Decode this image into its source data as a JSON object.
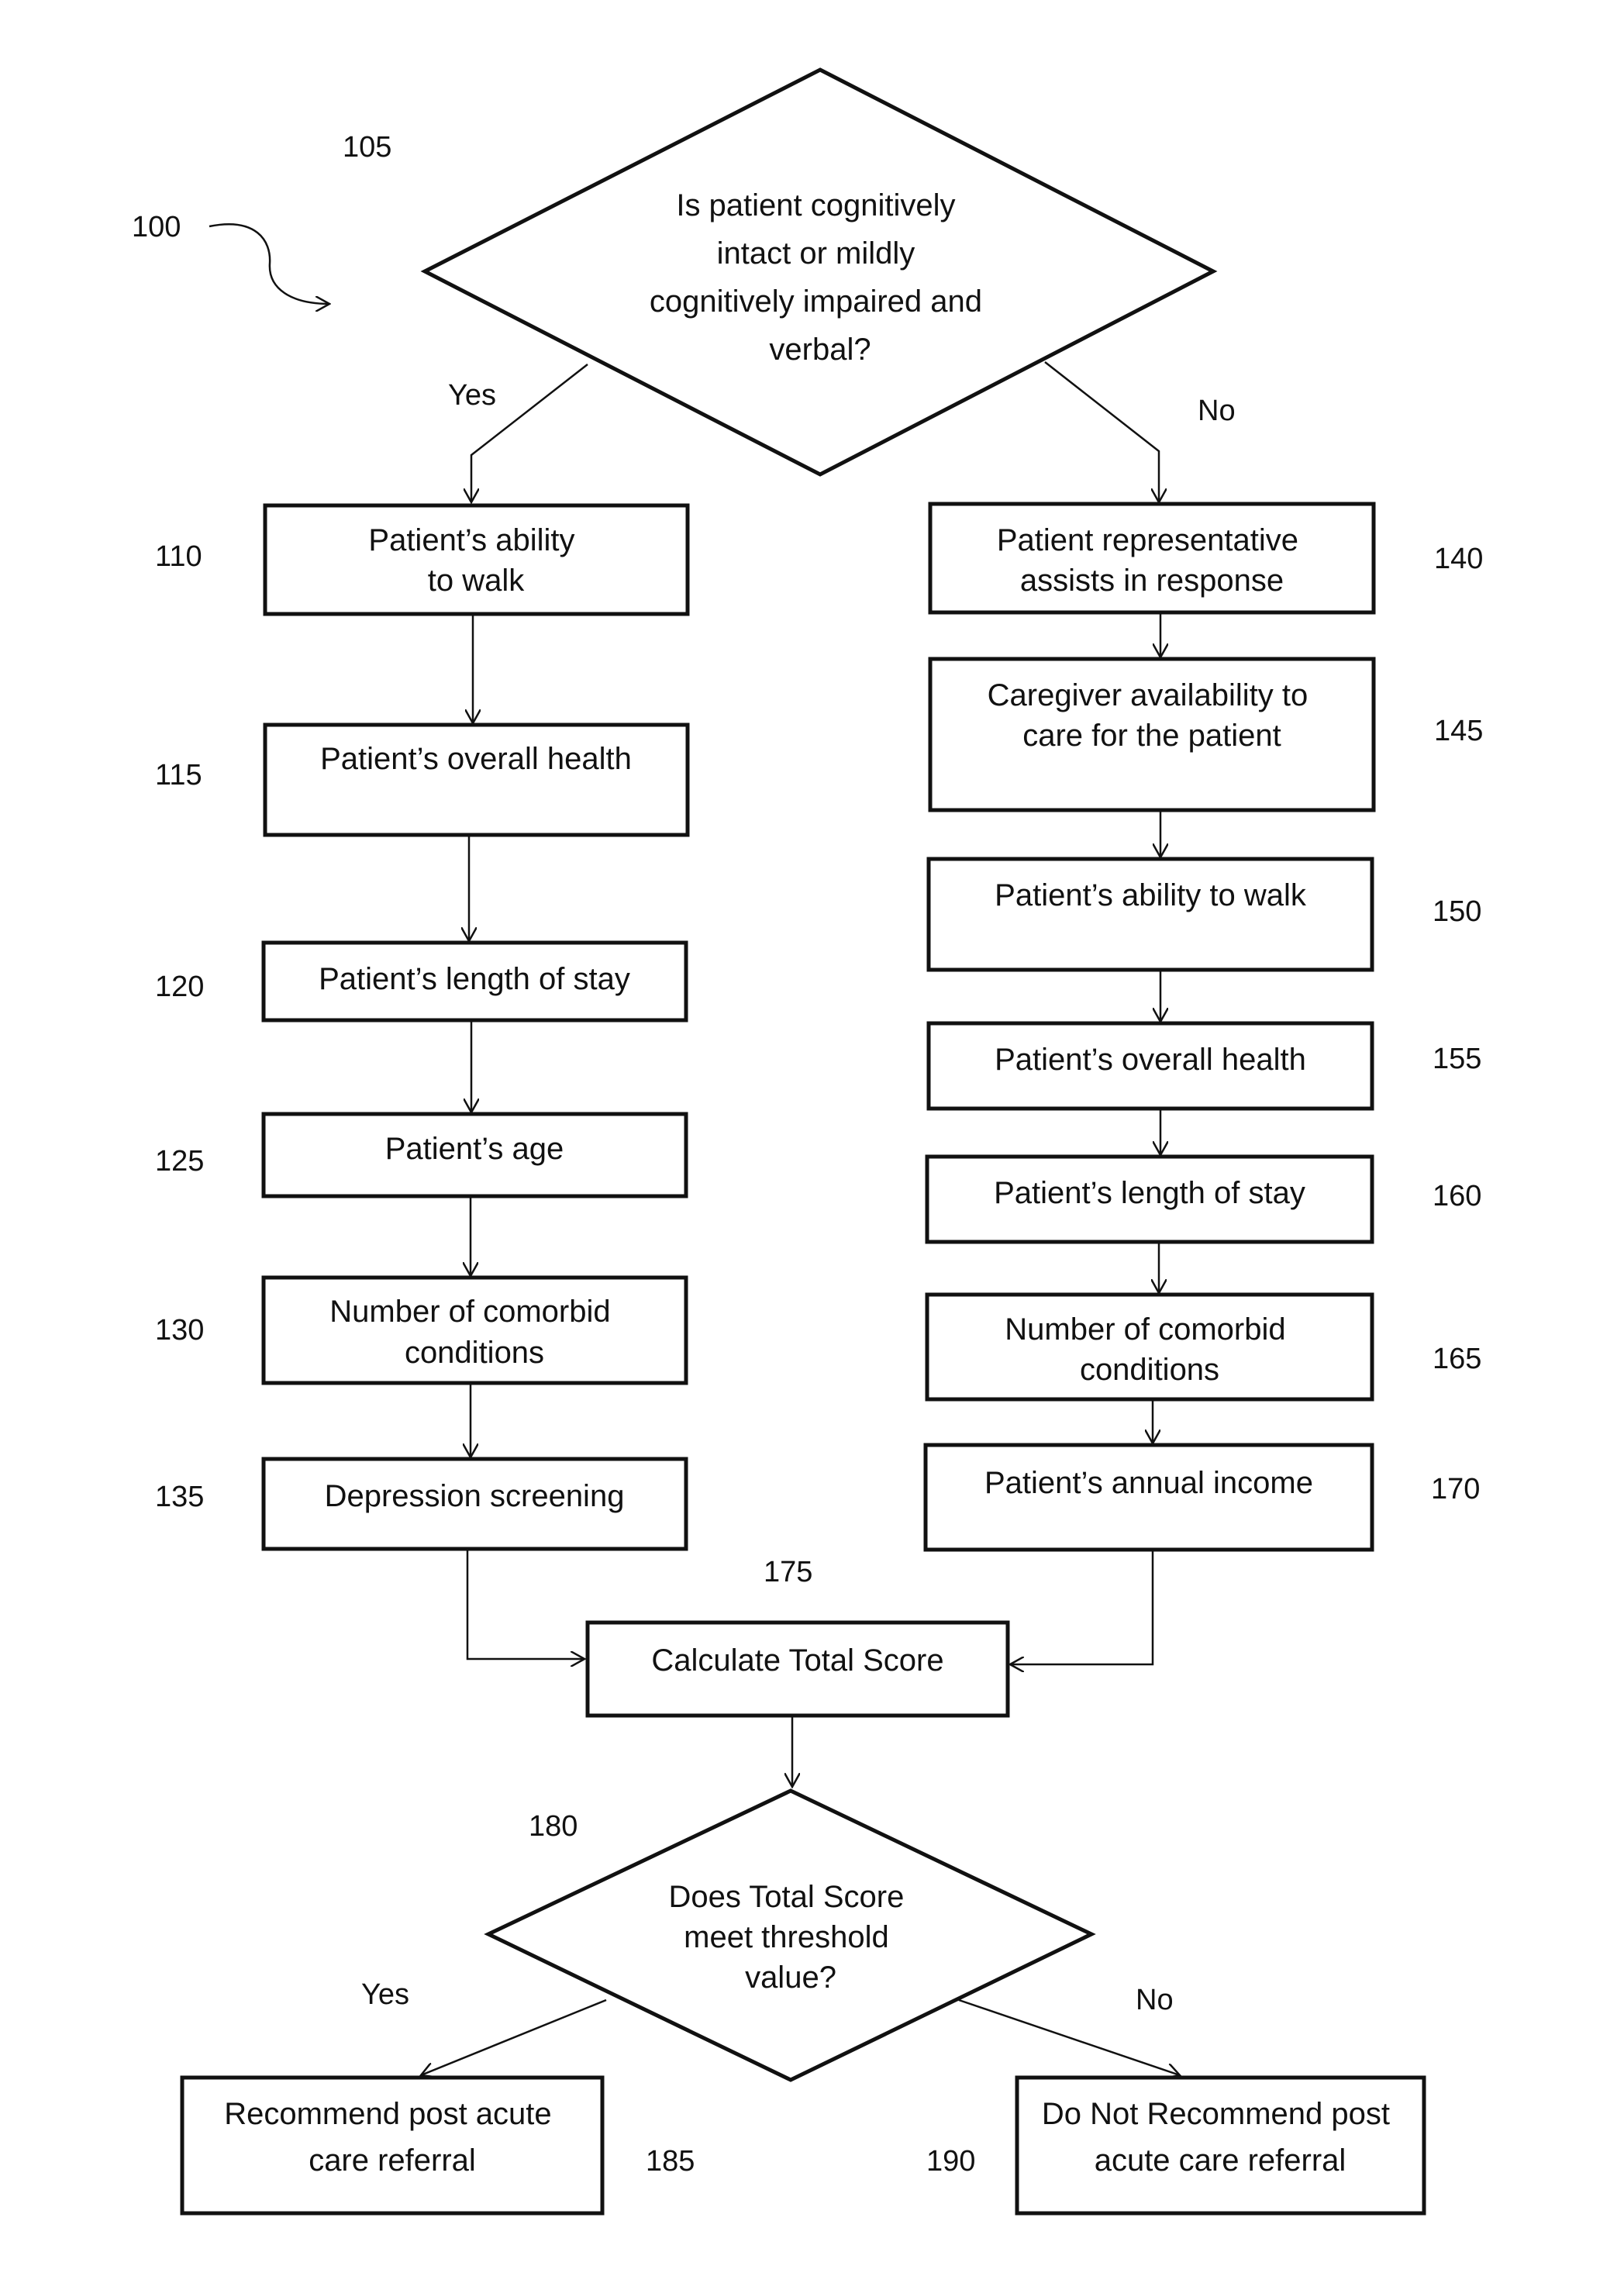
{
  "figure_label": "100",
  "nodes": {
    "n105": {
      "ref": "105",
      "lines": [
        "Is patient cognitively",
        "intact or mildly",
        "cognitively impaired and",
        "verbal?"
      ]
    },
    "n110": {
      "ref": "110",
      "lines": [
        "Patient’s ability",
        "to walk"
      ]
    },
    "n115": {
      "ref": "115",
      "lines": [
        "Patient’s overall health"
      ]
    },
    "n120": {
      "ref": "120",
      "lines": [
        "Patient’s length of stay"
      ]
    },
    "n125": {
      "ref": "125",
      "lines": [
        "Patient’s age"
      ]
    },
    "n130": {
      "ref": "130",
      "lines": [
        "Number of comorbid",
        "conditions"
      ]
    },
    "n135": {
      "ref": "135",
      "lines": [
        "Depression screening"
      ]
    },
    "n140": {
      "ref": "140",
      "lines": [
        "Patient representative",
        "assists in response"
      ]
    },
    "n145": {
      "ref": "145",
      "lines": [
        "Caregiver availability to",
        "care for the patient"
      ]
    },
    "n150": {
      "ref": "150",
      "lines": [
        "Patient’s ability to walk"
      ]
    },
    "n155": {
      "ref": "155",
      "lines": [
        "Patient’s overall health"
      ]
    },
    "n160": {
      "ref": "160",
      "lines": [
        "Patient’s length of stay"
      ]
    },
    "n165": {
      "ref": "165",
      "lines": [
        "Number of comorbid",
        "conditions"
      ]
    },
    "n170": {
      "ref": "170",
      "lines": [
        "Patient’s annual income"
      ]
    },
    "n175": {
      "ref": "175",
      "lines": [
        "Calculate Total Score"
      ]
    },
    "n180": {
      "ref": "180",
      "lines": [
        "Does Total Score",
        "meet threshold",
        "value?"
      ]
    },
    "n185": {
      "ref": "185",
      "lines": [
        "Recommend post acute",
        "care referral"
      ]
    },
    "n190": {
      "ref": "190",
      "lines": [
        "Do Not Recommend post",
        "acute care referral"
      ]
    }
  },
  "branches": {
    "top_yes": "Yes",
    "top_no": "No",
    "bottom_yes": "Yes",
    "bottom_no": "No"
  }
}
